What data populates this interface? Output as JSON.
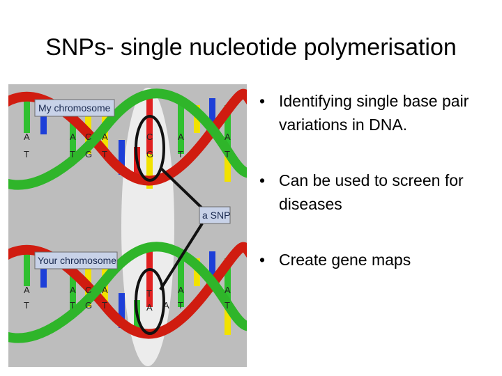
{
  "slide": {
    "title": "SNPs- single nucleotide polymerisation",
    "bullets": [
      "Identifying single base pair variations in DNA.",
      "Can be used to screen for diseases",
      "Create gene maps"
    ],
    "bullet_symbol": "•"
  },
  "figure": {
    "label_top": "My chromosome",
    "label_bottom": "Your chromosome",
    "label_snp": "a SNP",
    "top_bases_upper": [
      "A",
      "A",
      "C",
      "A",
      "C",
      "A",
      "A"
    ],
    "top_bases_lower": [
      "T",
      "T",
      "G",
      "T",
      "G",
      "T",
      "T"
    ],
    "bottom_bases_upper": [
      "A",
      "A",
      "C",
      "A",
      "T",
      "A",
      "A"
    ],
    "bottom_bases_lower": [
      "T",
      "T",
      "G",
      "T",
      "A",
      "A",
      "T",
      "T"
    ],
    "colors": {
      "strand_red": "#d01c10",
      "strand_green": "#2fb52a",
      "base_yellow": "#f2e200",
      "base_blue": "#1d3fd8",
      "base_green": "#30c030",
      "base_red": "#e02020",
      "label_bg": "#c8d2e8",
      "highlight": "#e9e9e9"
    }
  }
}
